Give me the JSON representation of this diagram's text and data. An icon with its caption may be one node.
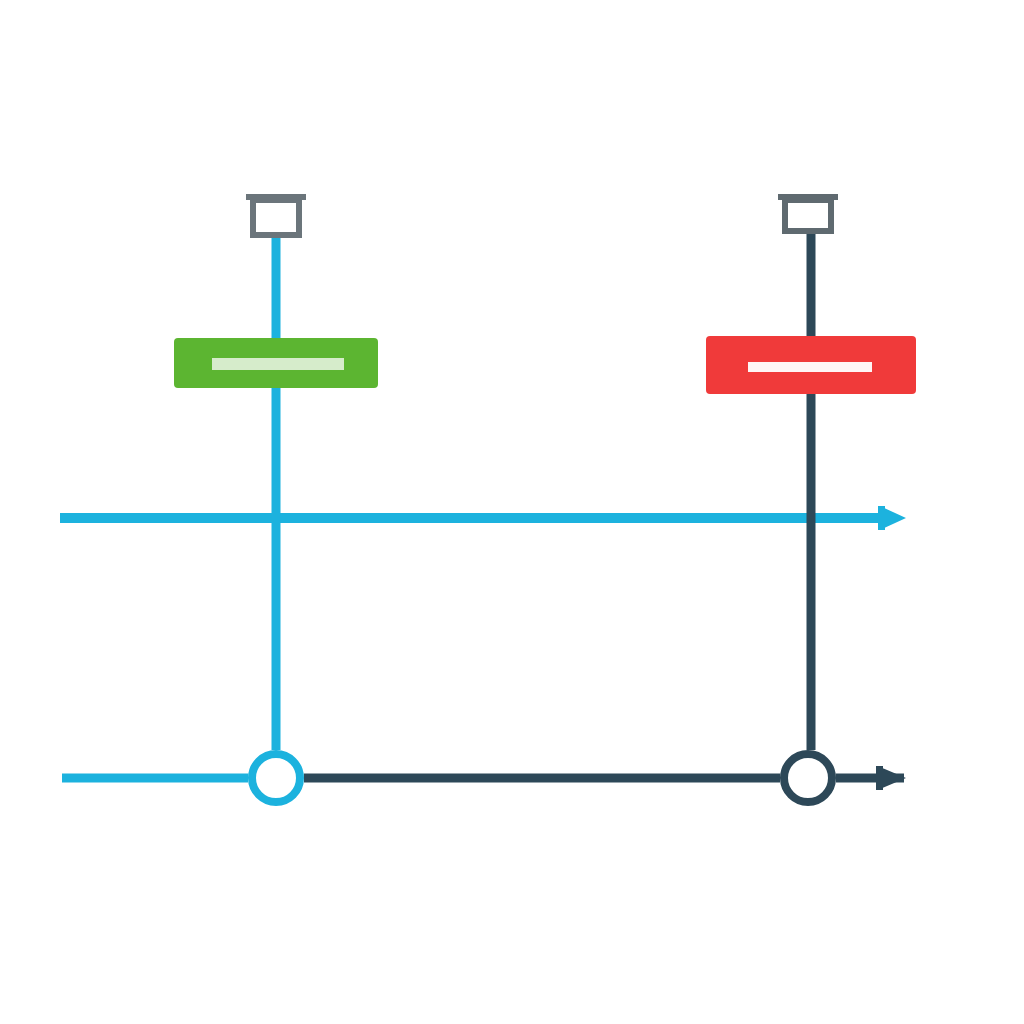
{
  "diagram": {
    "nodes": [
      {
        "text": [],
        "shape": "box"
      },
      {
        "text": [],
        "shape": "box"
      },
      {
        "text": [],
        "shape": "bar"
      },
      {
        "text": [],
        "shape": "bar"
      },
      {
        "text": [],
        "shape": "circle"
      },
      {
        "text": [],
        "shape": "circle"
      }
    ],
    "edges": [
      {
        "from": 0,
        "to": 2,
        "arrow": "none",
        "color": "#1cb2de"
      },
      {
        "from": 2,
        "to": 4,
        "arrow": "none",
        "color": "#1cb2de"
      },
      {
        "from": 1,
        "to": 3,
        "arrow": "none"
      },
      {
        "from": 3,
        "to": 5,
        "arrow": "none"
      },
      {
        "from": null,
        "to": 4,
        "arrow": "none",
        "color": "#1cb2de"
      },
      {
        "from": 4,
        "to": 5,
        "arrow": "none"
      },
      {
        "from": 5,
        "to": null,
        "arrow": "to"
      }
    ]
  }
}
